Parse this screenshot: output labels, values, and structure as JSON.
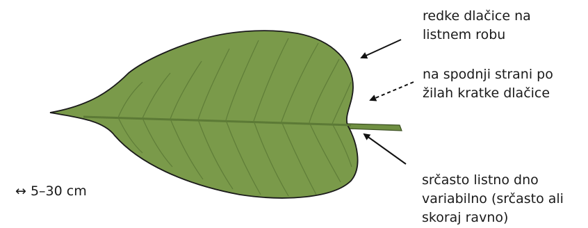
{
  "labels": {
    "margin_hairs": [
      "redke dlačice na",
      "listnem robu"
    ],
    "vein_hairs": [
      "na spodnji strani po",
      "žilah kratke dlačice"
    ],
    "leaf_base": [
      "srčasto listno dno",
      "variabilno (srčasto ali",
      "skoraj ravno)"
    ],
    "size": "↔ 5–30 cm"
  },
  "colors": {
    "leaf_fill": "#7a9a4a",
    "leaf_outline": "#1a1a1a",
    "midrib": "#5c7a36",
    "veins": "#5f7d38",
    "petiole": "#6f8f42",
    "arrows": "#111111"
  }
}
